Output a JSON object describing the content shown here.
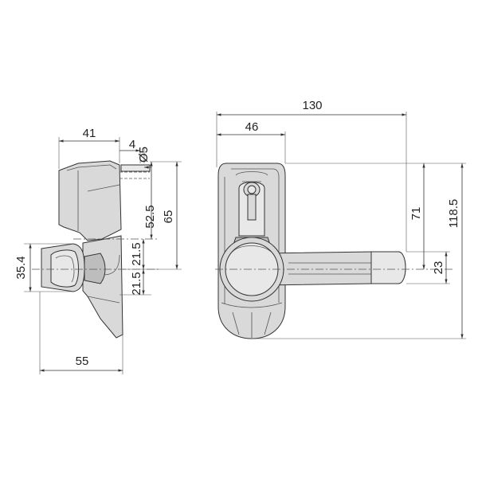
{
  "dimensions": {
    "side_depth": "41",
    "side_width_4": "4",
    "side_diameter": "Ø5",
    "side_52_5": "52.5",
    "side_65": "65",
    "side_21_5_upper": "21.5",
    "side_21_5_lower": "21.5",
    "side_35_4": "35.4",
    "side_55": "55",
    "front_130": "130",
    "front_46": "46",
    "front_71": "71",
    "front_118_5": "118.5",
    "front_23": "23"
  }
}
